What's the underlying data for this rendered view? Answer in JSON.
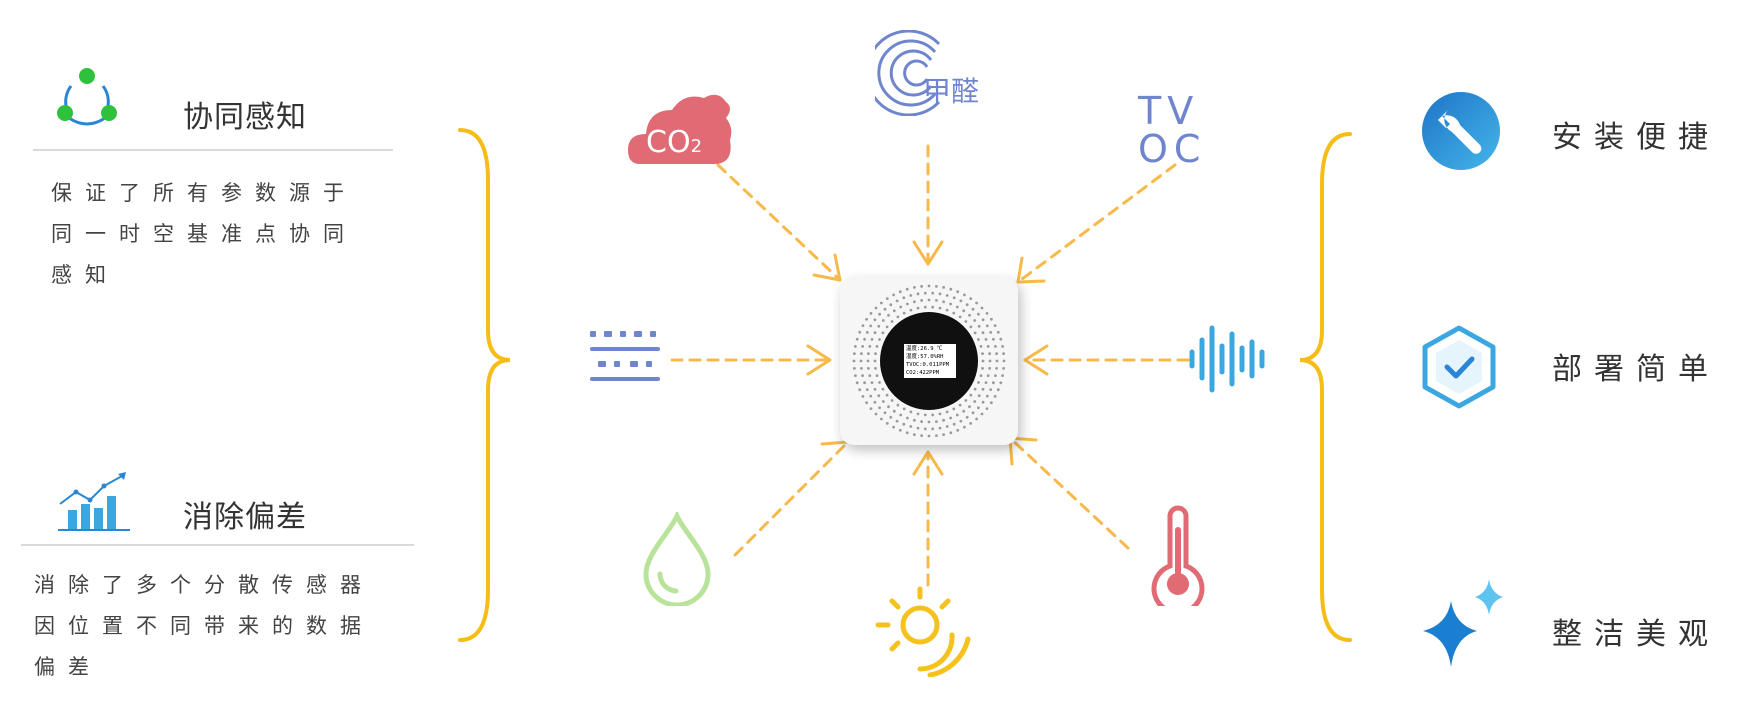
{
  "left": {
    "sections": [
      {
        "title": "协同感知",
        "icon": "network-nodes-icon",
        "lines": [
          "保证了所有参数源于",
          "同一时空基准点协同",
          "感知"
        ]
      },
      {
        "title": "消除偏差",
        "icon": "bar-chart-trend-icon",
        "lines": [
          "消除了多个分散传感器",
          "因位置不同带来的数据",
          "偏差"
        ]
      }
    ]
  },
  "sensors": {
    "co2": {
      "main": "CO",
      "sub": "2",
      "color": "#e06b74"
    },
    "formaldehyde": {
      "label": "甲醛",
      "color": "#6f86cf"
    },
    "tvoc": {
      "line1": "TV",
      "line2": "OC",
      "color": "#6f86cf"
    },
    "dust": {
      "icon": "dust-dots-icon",
      "color": "#6f86cf"
    },
    "noise": {
      "icon": "sound-wave-icon",
      "color": "#3ba7e0"
    },
    "humidity": {
      "icon": "water-drop-icon",
      "color": "#b9e39a"
    },
    "light": {
      "icon": "sun-icon",
      "color": "#f5c11b"
    },
    "temperature": {
      "icon": "thermometer-icon",
      "color": "#e06b74"
    }
  },
  "device": {
    "screen_lines": [
      "温度:26.9 ℃",
      "湿度:57.0%RH",
      "TVOC:0.011PPM",
      "CO2:422PPM"
    ]
  },
  "right": {
    "features": [
      {
        "label": "安装便捷",
        "icon": "wrench-icon"
      },
      {
        "label": "部署简单",
        "icon": "hexagon-check-icon"
      },
      {
        "label": "整洁美观",
        "icon": "sparkle-icon"
      }
    ]
  },
  "colors": {
    "bracket": "#f5bd16",
    "arrow": "#f7b94a",
    "rule": "#d9d9d9",
    "blue_icon": "#2a86d4"
  }
}
